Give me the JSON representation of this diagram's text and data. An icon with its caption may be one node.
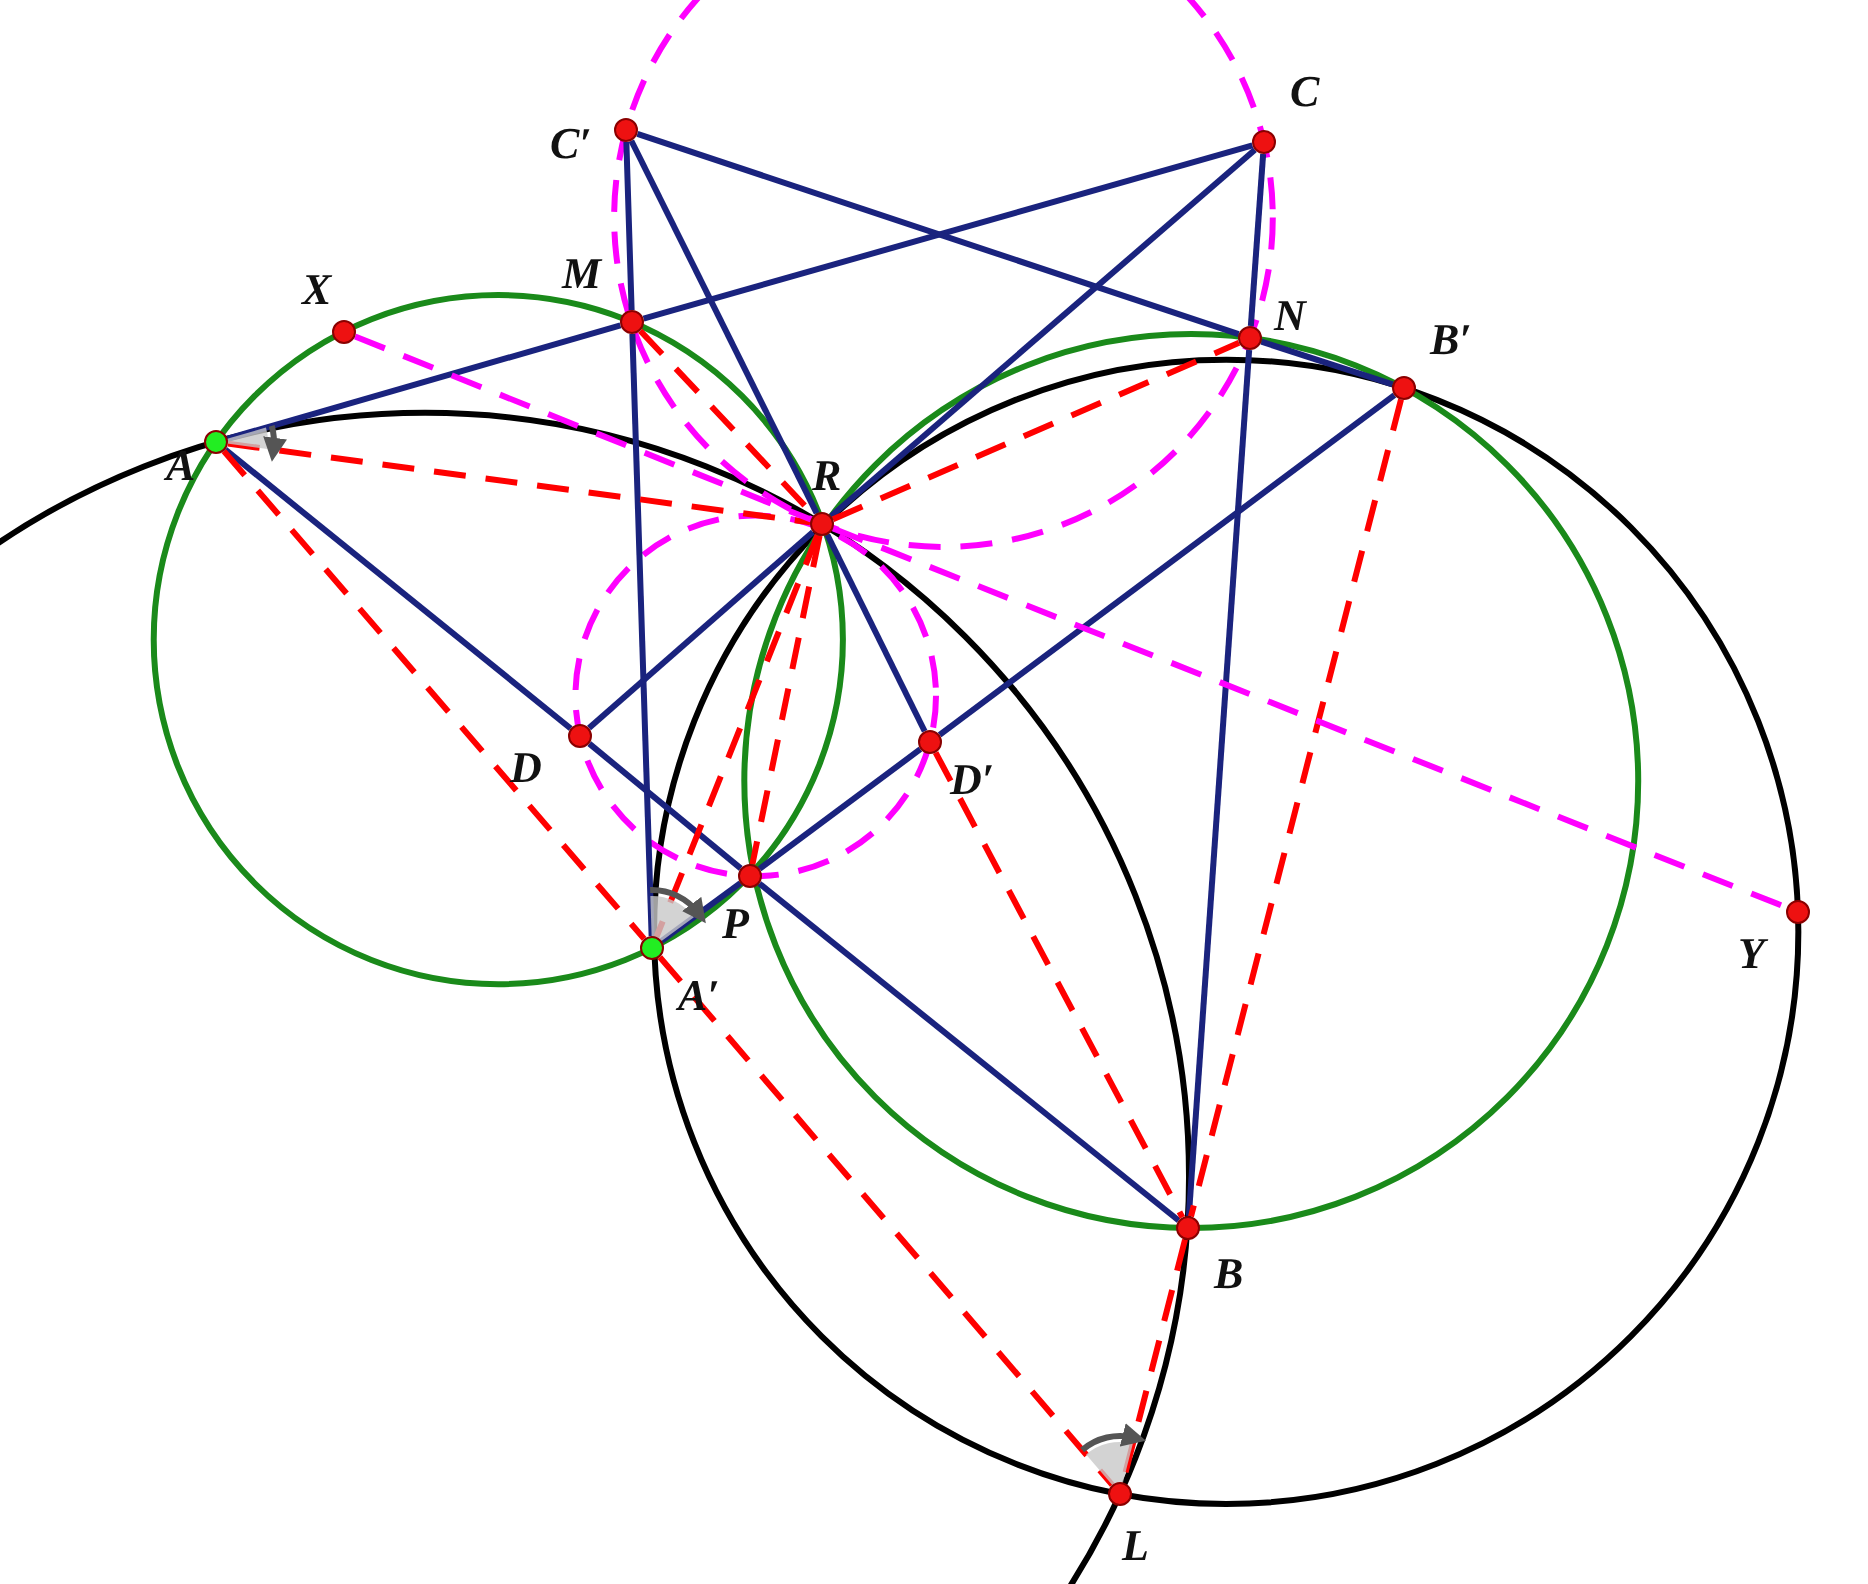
{
  "diagram": {
    "nodes": [
      {
        "text": [
          "C′"
        ]
      },
      {
        "text": [
          "C"
        ]
      },
      {
        "text": [
          "M"
        ]
      },
      {
        "text": [
          "X"
        ]
      },
      {
        "text": [
          "N"
        ]
      },
      {
        "text": [
          "B′"
        ]
      },
      {
        "text": [
          "A"
        ]
      },
      {
        "text": [
          "R"
        ]
      },
      {
        "text": [
          "D"
        ]
      },
      {
        "text": [
          "D′"
        ]
      },
      {
        "text": [
          "P"
        ]
      },
      {
        "text": [
          "Y"
        ]
      },
      {
        "text": [
          "A′"
        ]
      },
      {
        "text": [
          "B"
        ]
      },
      {
        "text": [
          "L"
        ]
      }
    ],
    "edges": [
      {
        "from": 6,
        "to": 2,
        "arrow": "none"
      },
      {
        "from": 2,
        "to": 1,
        "arrow": "none"
      },
      {
        "from": 0,
        "to": 4,
        "arrow": "none"
      },
      {
        "from": 4,
        "to": 5,
        "arrow": "none"
      },
      {
        "from": 0,
        "to": 7,
        "arrow": "none"
      },
      {
        "from": 7,
        "to": 9,
        "arrow": "none"
      },
      {
        "from": 0,
        "to": 2,
        "arrow": "none"
      },
      {
        "from": 2,
        "to": 12,
        "arrow": "none"
      },
      {
        "from": 1,
        "to": 7,
        "arrow": "none"
      },
      {
        "from": 7,
        "to": 8,
        "arrow": "none"
      },
      {
        "from": 1,
        "to": 4,
        "arrow": "none"
      },
      {
        "from": 4,
        "to": 13,
        "arrow": "none"
      },
      {
        "from": 6,
        "to": 8,
        "arrow": "none"
      },
      {
        "from": 8,
        "to": 10,
        "arrow": "none"
      },
      {
        "from": 10,
        "to": 13,
        "arrow": "none"
      },
      {
        "from": 12,
        "to": 10,
        "arrow": "none"
      },
      {
        "from": 10,
        "to": 9,
        "arrow": "none"
      },
      {
        "from": 9,
        "to": 5,
        "arrow": "none"
      },
      {
        "from": 6,
        "to": 7,
        "arrow": "none",
        "style": "dashed",
        "color": "#ff0000"
      },
      {
        "from": 6,
        "to": 12,
        "arrow": "none",
        "style": "dashed",
        "color": "#ff0000"
      },
      {
        "from": 12,
        "to": 14,
        "arrow": "none",
        "style": "dashed",
        "color": "#ff0000"
      },
      {
        "from": 5,
        "to": 13,
        "arrow": "none",
        "style": "dashed",
        "color": "#ff0000"
      },
      {
        "from": 13,
        "to": 14,
        "arrow": "none",
        "style": "dashed",
        "color": "#ff0000"
      },
      {
        "from": 7,
        "to": 4,
        "arrow": "none",
        "style": "dashed",
        "color": "#ff0000"
      },
      {
        "from": 2,
        "to": 7,
        "arrow": "none",
        "style": "dashed",
        "color": "#ff0000"
      },
      {
        "from": 7,
        "to": 12,
        "arrow": "none",
        "style": "dashed",
        "color": "#ff0000"
      },
      {
        "from": 7,
        "to": 10,
        "arrow": "none",
        "style": "dashed",
        "color": "#ff0000"
      },
      {
        "from": 9,
        "to": 13,
        "arrow": "none",
        "style": "dashed",
        "color": "#ff0000"
      },
      {
        "from": 3,
        "to": 7,
        "arrow": "none",
        "style": "dashed",
        "color": "#ff00ff"
      },
      {
        "from": 7,
        "to": 11,
        "arrow": "none",
        "style": "dashed",
        "color": "#ff00ff"
      }
    ]
  }
}
